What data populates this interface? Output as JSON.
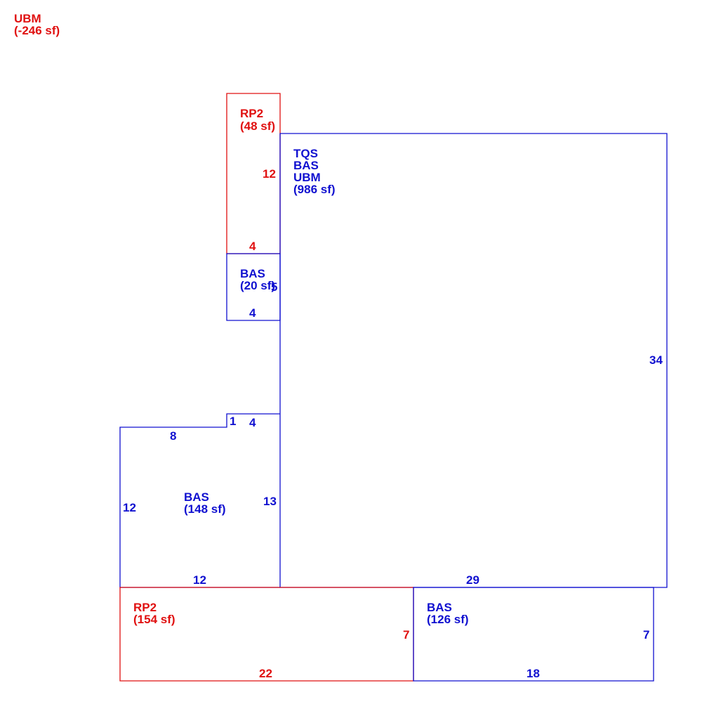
{
  "colors": {
    "blue": "#1010d0",
    "red": "#e01010"
  },
  "corner_note": {
    "code": "UBM",
    "area": "(-246 sf)",
    "color": "red"
  },
  "areas": {
    "rp2_top": {
      "lines": [
        "RP2",
        "(48 sf)"
      ],
      "color": "red"
    },
    "main": {
      "lines": [
        "TQS",
        "BAS",
        "UBM",
        "(986 sf)"
      ],
      "color": "blue"
    },
    "bas_small": {
      "lines": [
        "BAS",
        "(20 sf)"
      ],
      "color": "blue"
    },
    "bas_left": {
      "lines": [
        "BAS",
        "(148 sf)"
      ],
      "color": "blue"
    },
    "rp2_bottom": {
      "lines": [
        "RP2",
        "(154 sf)"
      ],
      "color": "red"
    },
    "bas_bottom": {
      "lines": [
        "BAS",
        "(126 sf)"
      ],
      "color": "blue"
    }
  },
  "dimensions": {
    "rp2_top_side": "12",
    "rp2_top_bottom": "4",
    "bas_small_side": "5",
    "bas_small_bottom": "4",
    "main_right": "34",
    "step_small": "1",
    "step_top": "4",
    "left_top": "8",
    "left_side": "12",
    "left_right": "13",
    "left_bottom": "12",
    "main_bottom": "29",
    "rp2_bottom_side": "7",
    "rp2_bottom_bottom": "22",
    "bas_bottom_side": "7",
    "bas_bottom_bottom": "18"
  }
}
